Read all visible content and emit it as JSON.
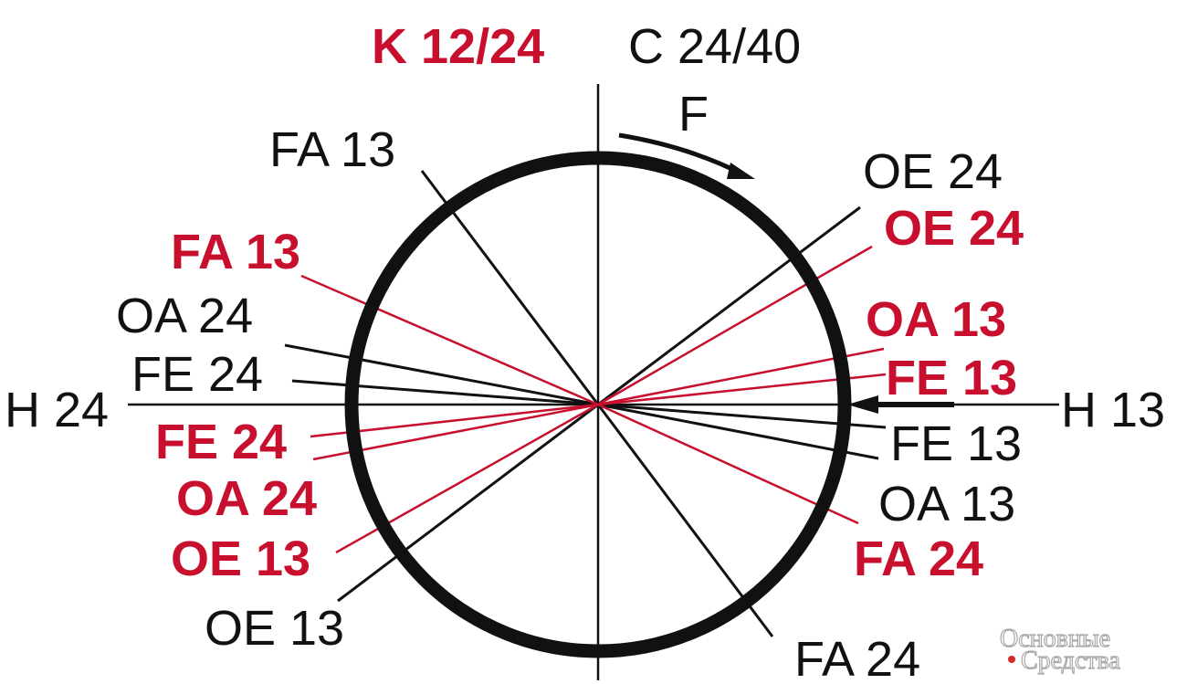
{
  "colors": {
    "black": "#111111",
    "red": "#c8102e",
    "watermark": "#a9a9a9",
    "watermark_dot": "#d22b2b"
  },
  "title_left": "K 12/24",
  "title_right": "C 24/40",
  "rotation_label": "F",
  "axis_left": "H 24",
  "axis_right": "H 13",
  "labels": {
    "fa13_black": "FA 13",
    "oe24_black": "OE 24",
    "oe24_red": "OE 24",
    "fa13_red": "FA 13",
    "oa24_black": "OA 24",
    "oa13_red": "OA 13",
    "fe24_black": "FE 24",
    "fe13_red": "FE 13",
    "fe24_red": "FE 24",
    "fe13_black": "FE 13",
    "oa24_red": "OA 24",
    "oa13_black": "OA 13",
    "oe13_red": "OE 13",
    "fa24_red": "FA 24",
    "oe13_black": "OE 13",
    "fa24_black": "FA 24"
  },
  "watermark": {
    "line1": "Основные",
    "line2": "Средства"
  }
}
